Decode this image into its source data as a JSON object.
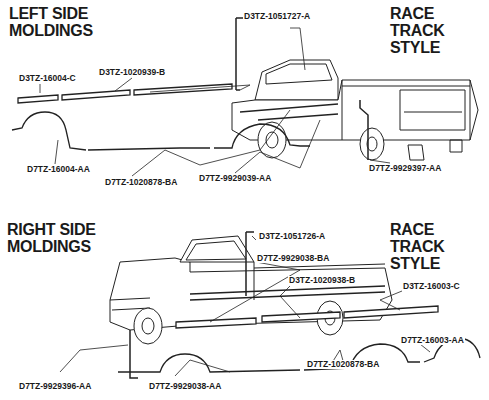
{
  "diagram": {
    "labels": [
      "LEFT SIDE MOLDINGS",
      "RACE TRACK STYLE",
      "D3TZ-1051727-A",
      "D3TZ-16004-C",
      "D3TZ-1020939-B",
      "D7TZ-16004-AA",
      "D7TZ-1020878-BA",
      "D7TZ-9929039-AA",
      "D7TZ-9929397-AA",
      "RIGHT SIDE MOLDINGS",
      "RACE TRACK STYLE",
      "D3TZ-1051726-A",
      "D7TZ-9929038-BA",
      "D3TZ-1020938-B",
      "D3TZ-16003-C",
      "D7TZ-16003-AA",
      "D7TZ-9929396-AA",
      "D7TZ-9929038-AA",
      "D7TZ-1020878-BA"
    ]
  }
}
